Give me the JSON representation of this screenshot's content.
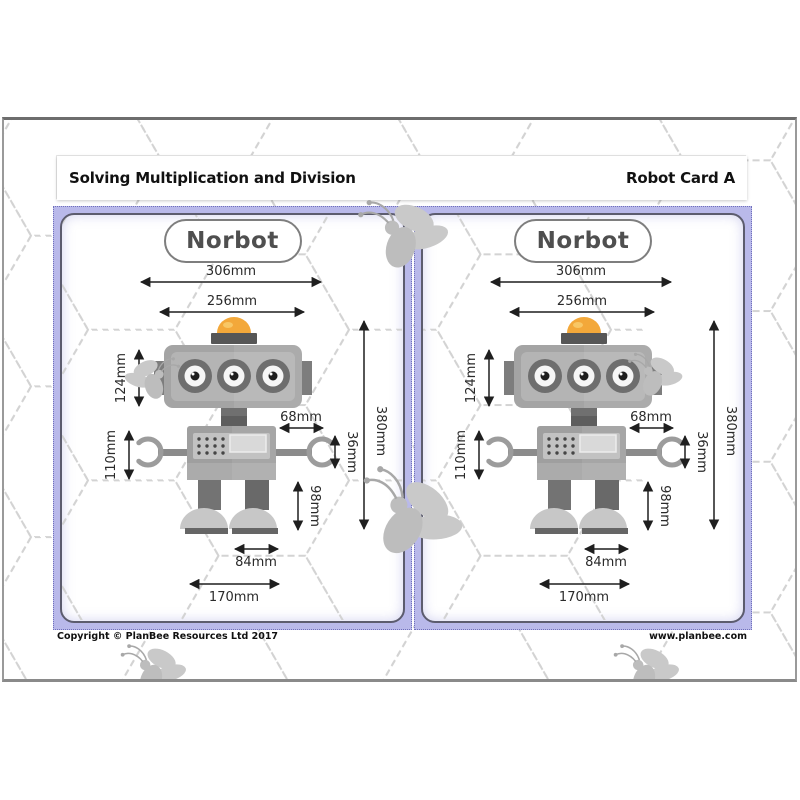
{
  "header": {
    "worksheet_title": "Solving Multiplication and Division",
    "card_set_title": "Robot Card A"
  },
  "cards": [
    {
      "title": "Norbot",
      "dims": {
        "overall_width": "306mm",
        "head_width": "256mm",
        "head_height": "124mm",
        "body_height": "110mm",
        "arm_length": "68mm",
        "claw_height": "36mm",
        "overall_height": "380mm",
        "leg_height": "98mm",
        "foot_width": "84mm",
        "stance_width": "170mm"
      }
    },
    {
      "title": "Norbot",
      "dims": {
        "overall_width": "306mm",
        "head_width": "256mm",
        "head_height": "124mm",
        "body_height": "110mm",
        "arm_length": "68mm",
        "claw_height": "36mm",
        "overall_height": "380mm",
        "leg_height": "98mm",
        "foot_width": "84mm",
        "stance_width": "170mm"
      }
    }
  ],
  "footer": {
    "copyright": "Copyright © PlanBee Resources Ltd 2017",
    "website": "www.planbee.com"
  },
  "colors": {
    "card_frame": "#b9b9ea",
    "card_frame_dots": "#7070bb",
    "card_inner_stroke": "#5c5c6e",
    "dome_orange": "#f3a83a",
    "robot_gray": "#a4a4a4",
    "pattern_gray": "#d3d3d3"
  },
  "decor": {
    "watermark_icon": "bee-watermark",
    "background_pattern": "dashed-hexagons"
  }
}
